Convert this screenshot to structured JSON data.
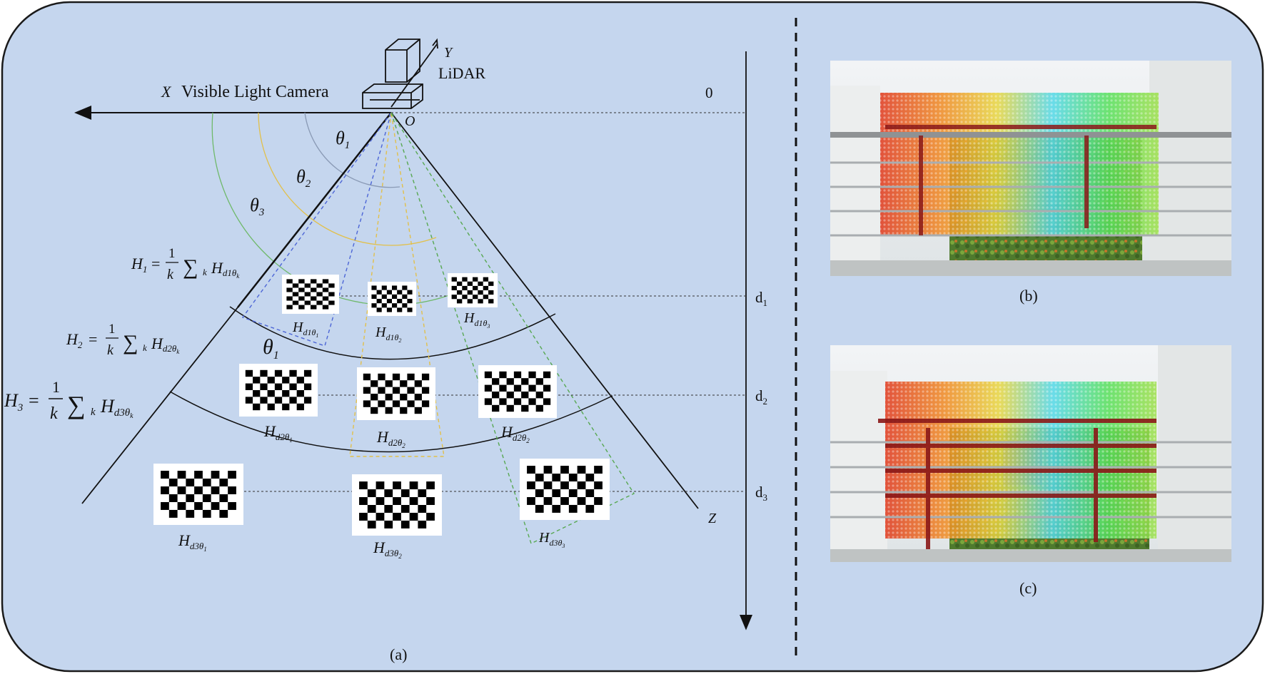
{
  "labels": {
    "camera": "Visible Light Camera",
    "lidar": "LiDAR",
    "x_axis": "X",
    "y_axis": "Y",
    "z_axis": "Z",
    "origin": "O",
    "depth_zero": "0",
    "panel_a": "(a)",
    "panel_b": "(b)",
    "panel_c": "(c)"
  },
  "angles": {
    "theta": "θ",
    "theta1_sub": "1",
    "theta2_sub": "2",
    "theta3_sub": "3",
    "inner_theta_sub": "1"
  },
  "depths": [
    {
      "d": "d",
      "sub": "1"
    },
    {
      "d": "d",
      "sub": "2"
    },
    {
      "d": "d",
      "sub": "3"
    }
  ],
  "formulas": [
    {
      "lhs": "H",
      "sub": "1",
      "eq": "=",
      "num": "1",
      "den": "k",
      "sum": "∑",
      "k": "k",
      "term": "H",
      "term_sub": "d1θ",
      "term_subsub": "k"
    },
    {
      "lhs": "H",
      "sub": "2",
      "eq": "=",
      "num": "1",
      "den": "k",
      "sum": "∑",
      "k": "k",
      "term": "H",
      "term_sub": "d2θ",
      "term_subsub": "k"
    },
    {
      "lhs": "H",
      "sub": "3",
      "eq": "=",
      "num": "1",
      "den": "k",
      "sum": "∑",
      "k": "k",
      "term": "H",
      "term_sub": "d3θ",
      "term_subsub": "k"
    }
  ],
  "board_labels": [
    {
      "h": "H",
      "sub": "d1θ",
      "subsub": "1"
    },
    {
      "h": "H",
      "sub": "d1θ",
      "subsub": "2"
    },
    {
      "h": "H",
      "sub": "d1θ",
      "subsub": "3"
    },
    {
      "h": "H",
      "sub": "d2θ",
      "subsub": "1"
    },
    {
      "h": "H",
      "sub": "d2θ",
      "subsub": "2"
    },
    {
      "h": "H",
      "sub": "d2θ",
      "subsub": "2"
    },
    {
      "h": "H",
      "sub": "d3θ",
      "subsub": "1"
    },
    {
      "h": "H",
      "sub": "d3θ",
      "subsub": "2"
    },
    {
      "h": "H",
      "sub": "d3θ",
      "subsub": "3"
    }
  ],
  "colors": {
    "background": "#c5d6ee",
    "border": "#1a1a1a",
    "arc_green": "#6fb96a",
    "arc_yellow": "#e2c04a",
    "arc_blue": "#7a88d4",
    "arc_grey": "#8a9ab5"
  }
}
